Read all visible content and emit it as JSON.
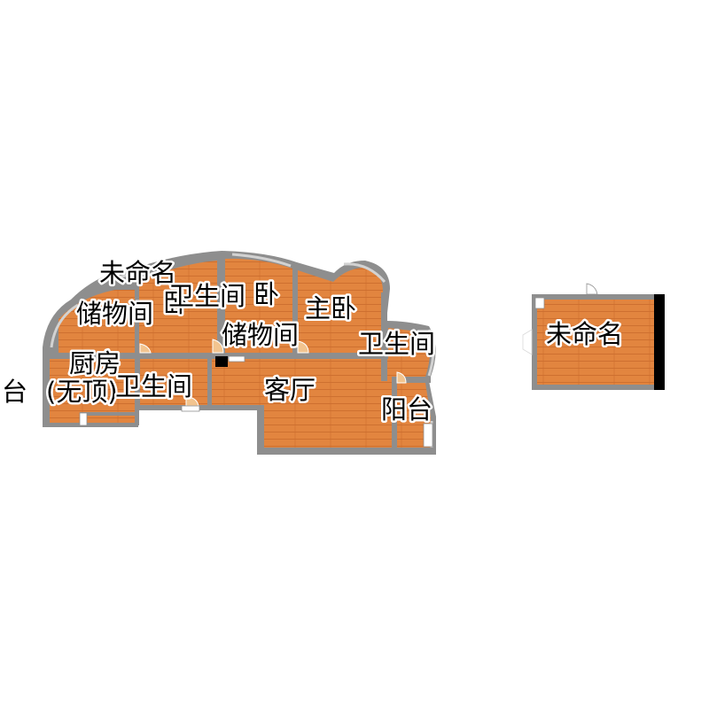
{
  "colors": {
    "floor": "#E2853F",
    "floor_line": "#C8692B",
    "wall": "#8E8E8E",
    "window": "#D2D2D2",
    "door_swing": "#F2C48F",
    "column": "#000000",
    "background": "#FFFFFF"
  },
  "labels": {
    "unnamed_top": "未命名",
    "storage_left": "储物间",
    "bedroom_top": "卧",
    "bathroom_top": "卫生间",
    "bedroom_second": "卧",
    "storage_middle": "储物间",
    "master_bedroom": "主卧",
    "bathroom_right": "卫生间",
    "kitchen": "厨房",
    "no_ceiling": "(无顶)",
    "bathroom_left": "卫生间",
    "living_room": "客厅",
    "balcony_right": "阳台",
    "balcony_left": "台",
    "unnamed_right": "未命名"
  }
}
